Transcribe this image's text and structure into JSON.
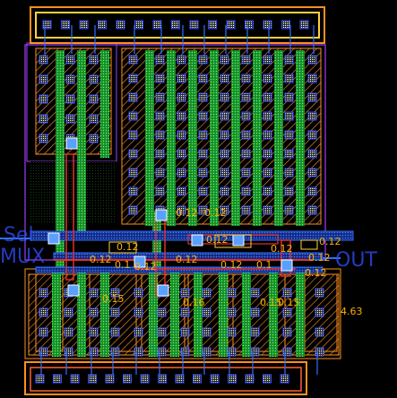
{
  "layout_labels": {
    "top_dim_1": "0.12",
    "top_dim_2": "0.12",
    "mid_a": "0.12",
    "mid_b": "0.12",
    "mid_c": "0.12",
    "mid_d": "0.12",
    "mid_e": "0.12",
    "mid_f": "0.12",
    "mid_g": "0.1",
    "mid_h": "0.1",
    "mid_i": "0.12",
    "right_1": "0.12",
    "right_2": "0.12",
    "right_3": "0.12",
    "bot_1": "0.15",
    "bot_2": "0.16",
    "bot_3": "0.15",
    "bot_4": "0.15",
    "side_value": "4.63",
    "pin_in": "Sel",
    "pin_in_b": "MUX",
    "pin_out": "OUT"
  },
  "colors": {
    "metal1": "#3070ff",
    "metal2": "#e03030",
    "poly": "#30c040",
    "nwell": "#a040ff",
    "ndiff": "#ff9020",
    "contact": "#ffffff",
    "label": "#ffb000"
  }
}
